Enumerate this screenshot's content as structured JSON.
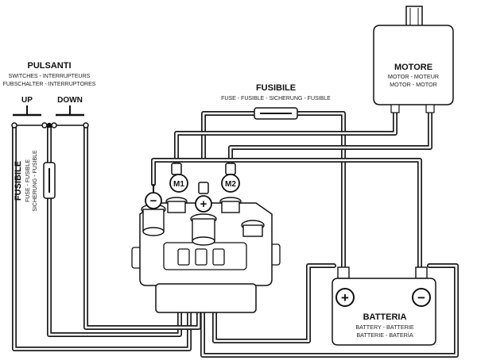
{
  "pulsanti": {
    "title": "PULSANTI",
    "subtitle_1": "SWITCHES - INTERRUPTEURS",
    "subtitle_2": "FUBSCHALTER - INTERRUPTORES",
    "up_label": "UP",
    "down_label": "DOWN"
  },
  "fusibile_top": {
    "title": "FUSIBILE",
    "subtitle": "FUSE - FUSIBLE - SICHERUNG - FUSIBLE"
  },
  "fusibile_side": {
    "title": "FUSIBILE",
    "subtitle_1": "FUSE - FUSIBLE",
    "subtitle_2": "SICHERUNG - FUSIBLE"
  },
  "motore": {
    "title": "MOTORE",
    "subtitle_1": "MOTOR - MOTEUR",
    "subtitle_2": "MOTOR - MOTOR"
  },
  "batteria": {
    "title": "BATTERIA",
    "subtitle_1": "BATTERY - BATTERIE",
    "subtitle_2": "BATTERIE - BATERÍA",
    "plus_symbol": "+",
    "minus_symbol": "−"
  },
  "terminals": {
    "minus": "−",
    "m1": "M1",
    "plus": "+",
    "m2": "M2"
  }
}
